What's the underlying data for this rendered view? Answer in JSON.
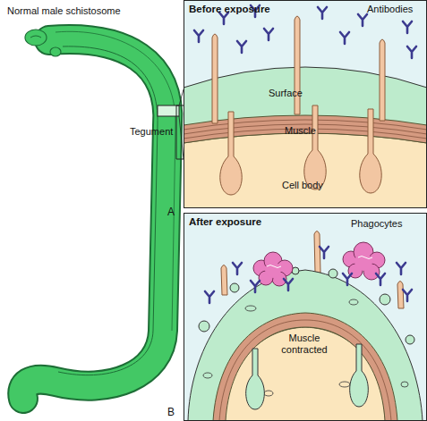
{
  "diagram": {
    "nodes": [
      {
        "text": [
          "Before exposure"
        ]
      },
      {
        "text": [
          "After exposure"
        ]
      }
    ],
    "labels": [
      "Normal male schistosome",
      "Antibodies",
      "Surface",
      "Tegument",
      "Muscle",
      "Cell body",
      "A",
      "Phagocytes",
      "Muscle contracted",
      "B"
    ]
  }
}
